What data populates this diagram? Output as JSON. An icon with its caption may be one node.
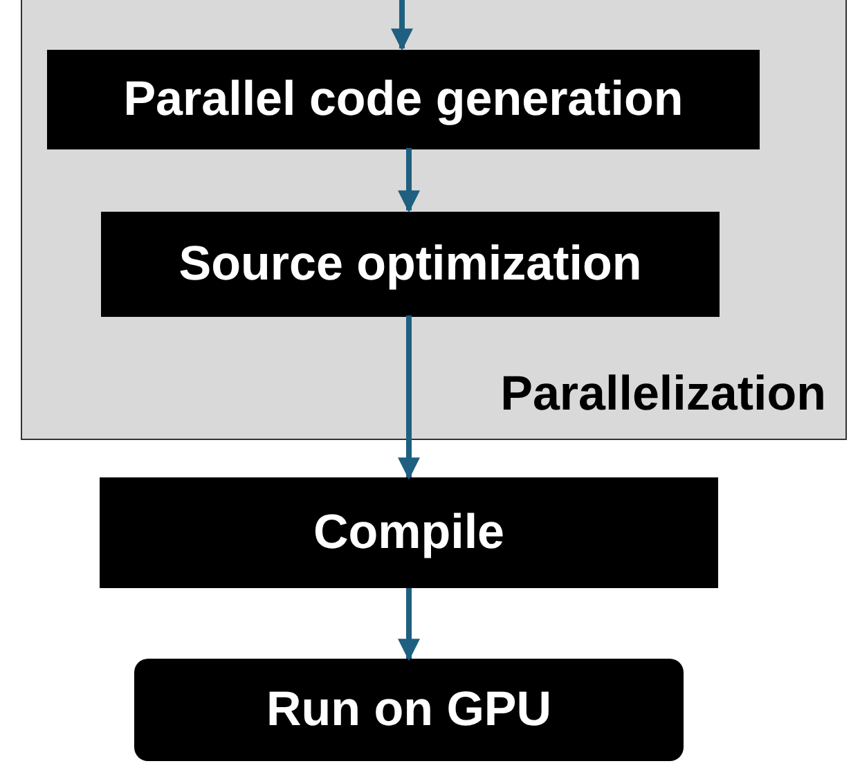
{
  "diagram": {
    "nodes": [
      {
        "text": [
          "Parallelization"
        ]
      },
      {
        "text": [
          "Parallel code generation"
        ],
        "in": 0
      },
      {
        "text": [
          "Source optimization"
        ],
        "in": 0
      },
      {
        "text": [
          "Compile"
        ]
      },
      {
        "text": [
          "Run on GPU"
        ]
      }
    ],
    "edges": [
      {
        "from": null,
        "to": 1,
        "arrow": "to"
      },
      {
        "from": 1,
        "to": 2,
        "arrow": "to"
      },
      {
        "from": 2,
        "to": 3,
        "arrow": "to"
      },
      {
        "from": 3,
        "to": 4,
        "arrow": "to"
      }
    ]
  }
}
